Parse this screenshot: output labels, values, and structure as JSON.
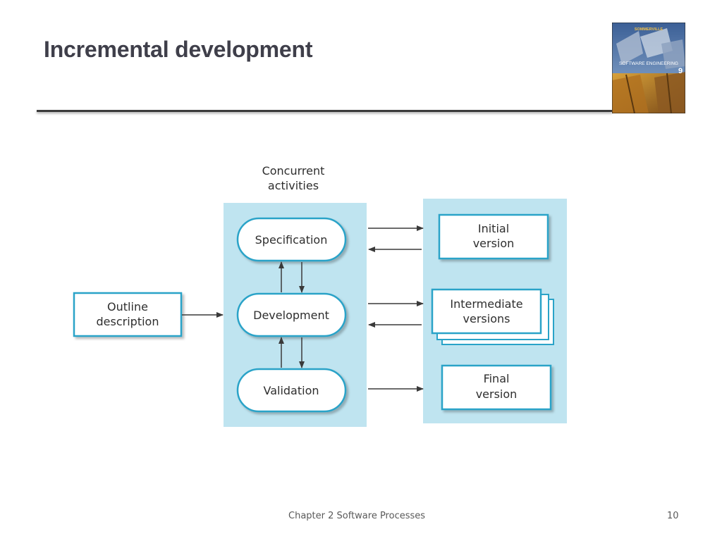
{
  "slide": {
    "title": "Incremental development",
    "footer_chapter": "Chapter 2 Software Processes",
    "page_number": "10"
  },
  "book_cover": {
    "author": "SOMMERVILLE",
    "title": "SOFTWARE ENGINEERING",
    "edition": "9"
  },
  "diagram": {
    "header_line1": "Concurrent",
    "header_line2": "activities",
    "input": {
      "line1": "Outline",
      "line2": "description"
    },
    "activities": [
      {
        "label": "Specification"
      },
      {
        "label": "Development"
      },
      {
        "label": "Validation"
      }
    ],
    "versions": [
      {
        "line1": "Initial",
        "line2": "version"
      },
      {
        "line1": "Intermediate",
        "line2": "versions"
      },
      {
        "line1": "Final",
        "line2": "version"
      }
    ]
  },
  "colors": {
    "panel": "#bfe4f0",
    "stroke": "#2aa3c8",
    "title": "#3f3f4a",
    "arrow": "#3a3a3a",
    "footer": "#595959"
  }
}
